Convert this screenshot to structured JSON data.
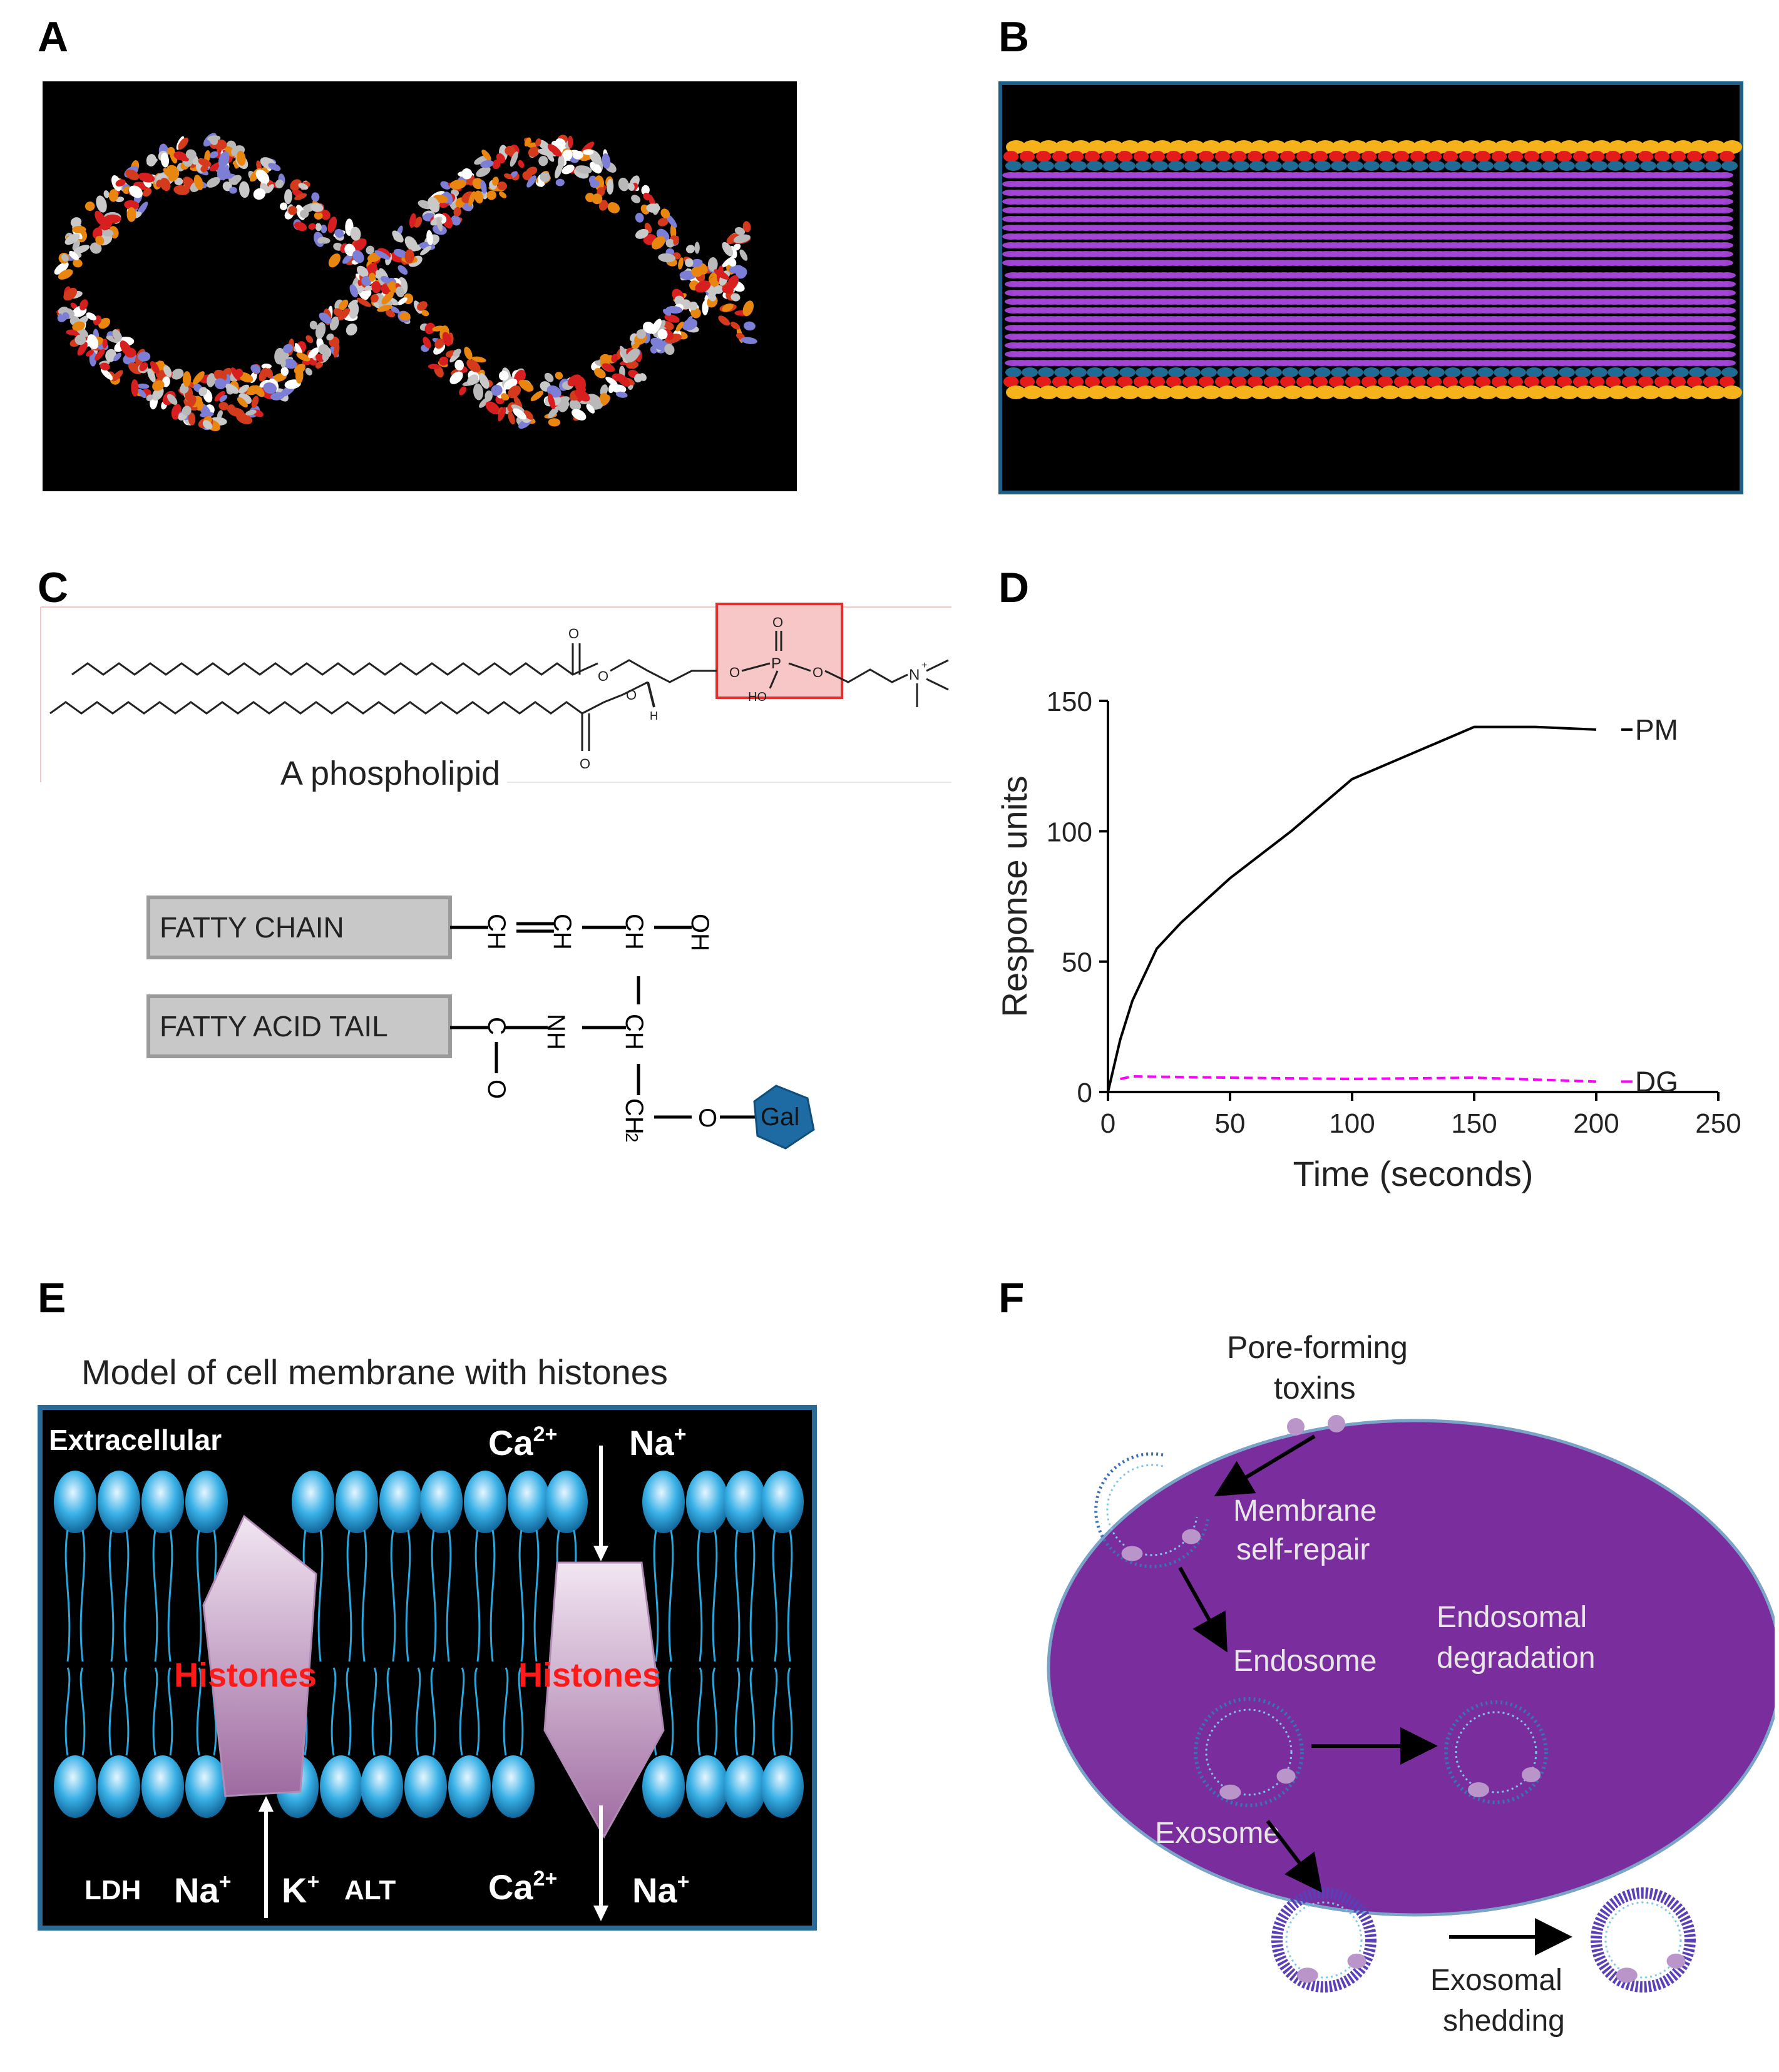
{
  "panels": {
    "a": {
      "letter": "A"
    },
    "b": {
      "letter": "B"
    },
    "c": {
      "letter": "C",
      "phospholipid_caption": "A phospholipid",
      "atoms": {
        "o": "O",
        "p": "P",
        "ho": "HO",
        "h": "H",
        "n_plus": "N",
        "plus": "+"
      },
      "box1_label": "FATTY CHAIN",
      "box2_label": "FATTY ACID TAIL",
      "row1": [
        "CH",
        "CH",
        "CH",
        "OH"
      ],
      "row2": [
        "C",
        "NH",
        "CH"
      ],
      "c_o": "O",
      "ch2_main": "CH",
      "ch2_sub": "2",
      "o_link": "O",
      "gal": "Gal"
    },
    "d": {
      "letter": "D"
    },
    "e": {
      "letter": "E",
      "title": "Model of cell membrane with histones",
      "extracellular": "Extracellular",
      "histones_label": "Histones",
      "ions_top_left": "Ca",
      "ions_top_left_sup": "2+",
      "ions_top_right": "Na",
      "ions_top_right_sup": "+",
      "bottom_ldh": "LDH",
      "bottom_na1": "Na",
      "bottom_na1_sup": "+",
      "bottom_k": "K",
      "bottom_k_sup": "+",
      "bottom_alt": "ALT",
      "bottom_ca": "Ca",
      "bottom_ca_sup": "2+",
      "bottom_na2": "Na",
      "bottom_na2_sup": "+"
    },
    "f": {
      "letter": "F",
      "pore_forming_line1": "Pore-forming",
      "pore_forming_line2": "toxins",
      "membrane_line1": "Membrane",
      "membrane_line2": "self-repair",
      "endosome": "Endosome",
      "endosomal_line1": "Endosomal",
      "endosomal_line2": "degradation",
      "exosome": "Exosome",
      "exosomal_line1": "Exosomal",
      "exosomal_line2": "shedding"
    }
  },
  "colors": {
    "dna_background": "#000000",
    "membrane_purple": "#a446d8",
    "headgroup_orange": "#f5b21b",
    "headgroup_red": "#e41b1b",
    "headgroup_blue": "#1f6b93",
    "phosphate_highlight": "#f7c6c6",
    "phosphate_border": "#e3302f",
    "gal_blue": "#1e6aa3",
    "histone_pink": "#c7a3c7",
    "histones_text": "#ff1a1a",
    "lipid_blue": "#2aa6dc",
    "cell_purple": "#7a2d9c",
    "cell_border": "#7aa3c8",
    "pm_line": "#000000",
    "dg_line": "#ff00ff"
  },
  "chart_data": {
    "type": "line",
    "xlabel": "Time (seconds)",
    "ylabel": "Response units",
    "xlim": [
      0,
      250
    ],
    "ylim": [
      0,
      150
    ],
    "x_ticks": [
      "0",
      "50",
      "100",
      "150",
      "200",
      "250"
    ],
    "y_ticks": [
      "0",
      "50",
      "100",
      "150"
    ],
    "series": [
      {
        "name": "PM",
        "x": [
          0,
          5,
          10,
          20,
          30,
          50,
          75,
          100,
          125,
          150,
          175,
          200
        ],
        "y": [
          0,
          20,
          35,
          55,
          65,
          82,
          100,
          120,
          130,
          140,
          140,
          139
        ]
      },
      {
        "name": "DG",
        "x": [
          5,
          10,
          50,
          100,
          150,
          200
        ],
        "y": [
          5,
          6,
          5.5,
          5,
          5.5,
          4
        ]
      }
    ],
    "legend": "right of lines",
    "grid": false
  }
}
